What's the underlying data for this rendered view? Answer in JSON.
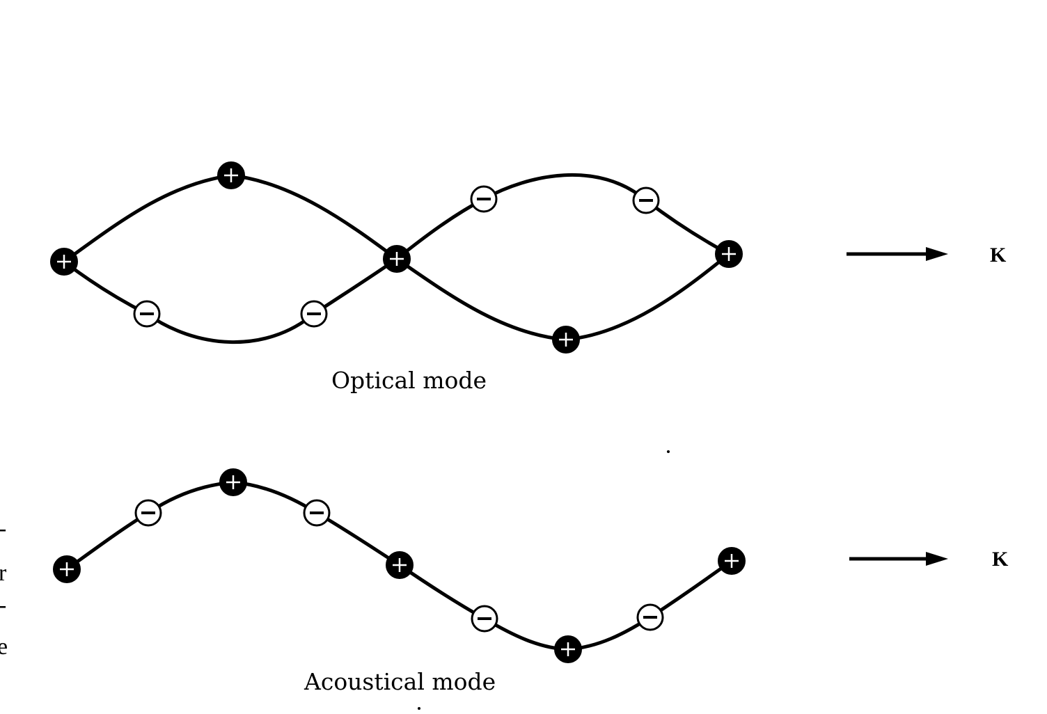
{
  "optical": {
    "caption": "Optical mode",
    "wave_vector_label": "K",
    "ions": [
      {
        "id": "opt-1",
        "charge": "+"
      },
      {
        "id": "opt-2",
        "charge": "+"
      },
      {
        "id": "opt-3",
        "charge": "+"
      },
      {
        "id": "opt-4",
        "charge": "+"
      },
      {
        "id": "opt-5",
        "charge": "+"
      },
      {
        "id": "opt-6",
        "charge": "-"
      },
      {
        "id": "opt-7",
        "charge": "-"
      },
      {
        "id": "opt-8",
        "charge": "-"
      },
      {
        "id": "opt-9",
        "charge": "-"
      }
    ]
  },
  "acoustical": {
    "caption": "Acoustical mode",
    "wave_vector_label": "K",
    "ions": [
      {
        "id": "ac-1",
        "charge": "+"
      },
      {
        "id": "ac-2",
        "charge": "-"
      },
      {
        "id": "ac-3",
        "charge": "+"
      },
      {
        "id": "ac-4",
        "charge": "-"
      },
      {
        "id": "ac-5",
        "charge": "+"
      },
      {
        "id": "ac-6",
        "charge": "-"
      },
      {
        "id": "ac-7",
        "charge": "+"
      },
      {
        "id": "ac-8",
        "charge": "-"
      },
      {
        "id": "ac-9",
        "charge": "+"
      }
    ]
  },
  "margin_fragments": [
    "-",
    "r",
    "-",
    "e"
  ],
  "colors": {
    "ink": "#000000",
    "paper": "#ffffff"
  }
}
